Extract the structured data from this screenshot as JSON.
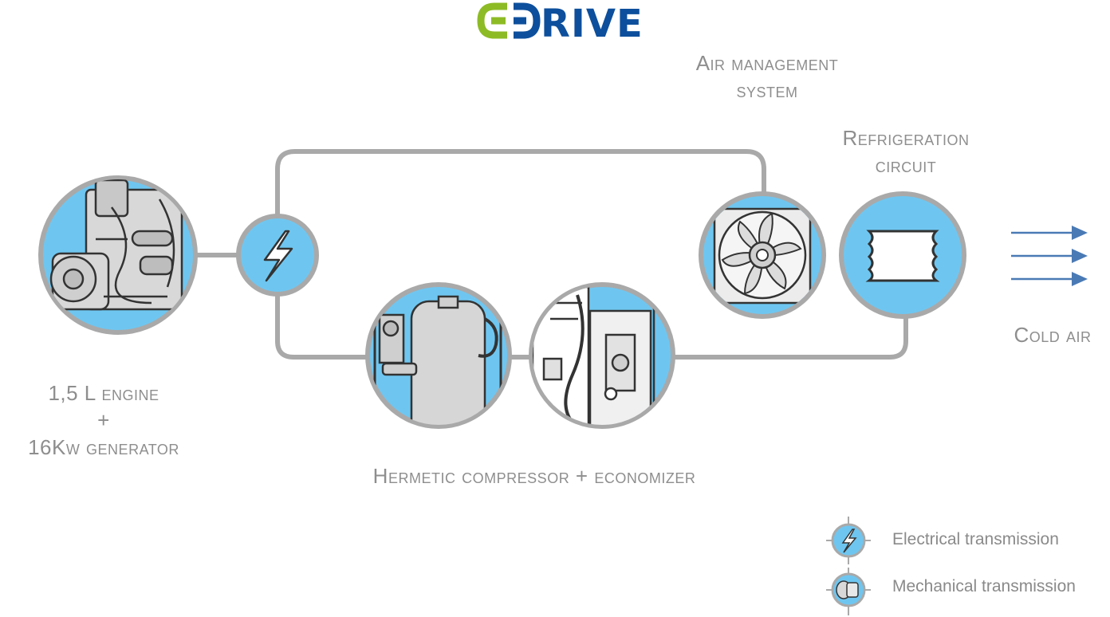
{
  "logo": {
    "prefix": "E",
    "word": "DRIVE",
    "green": "#8dbb25",
    "blue": "#0d4f9c"
  },
  "labels": {
    "engine_line1": "1,5 L engine",
    "engine_line2": "+",
    "engine_line3": "16Kw generator",
    "compressor": "Hermetic compressor + economizer",
    "air_line1": "Air management",
    "air_line2": "system",
    "refrig_line1": "Refrigeration",
    "refrig_line2": "circuit",
    "cold_air": "Cold air"
  },
  "legend": {
    "electrical": "Electrical transmission",
    "mechanical": "Mechanical transmission"
  },
  "colors": {
    "circle_fill": "#6ec6f0",
    "stroke": "#a9a9a9",
    "arrow": "#4a7ab5",
    "line_art": "#333333"
  }
}
